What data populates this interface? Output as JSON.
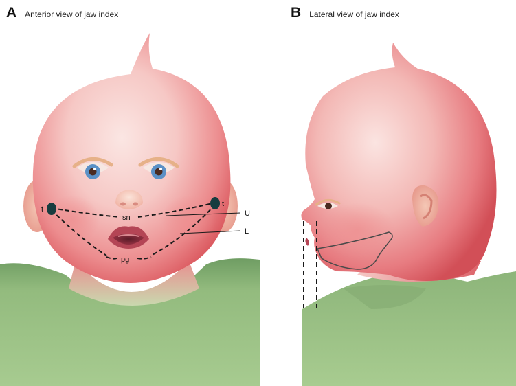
{
  "panels": [
    {
      "letter": "A",
      "title": "Anterior view of jaw index"
    },
    {
      "letter": "B",
      "title": "Lateral view of jaw index"
    }
  ],
  "landmarks": {
    "tragus_left": "t",
    "tragus_right": "t",
    "subnasale": "sn",
    "pogonion": "pg",
    "upper_index": "U",
    "lower_index": "L"
  },
  "colors": {
    "skin_center": "#f7d9d6",
    "skin_mid": "#ef9d9c",
    "skin_edge": "#d9585d",
    "shirt": "#9cc286",
    "shirt_shadow": "#6d9a60",
    "landmark_dot": "#173c3f",
    "iris": "#5a90c6",
    "lips": "#b44555"
  }
}
